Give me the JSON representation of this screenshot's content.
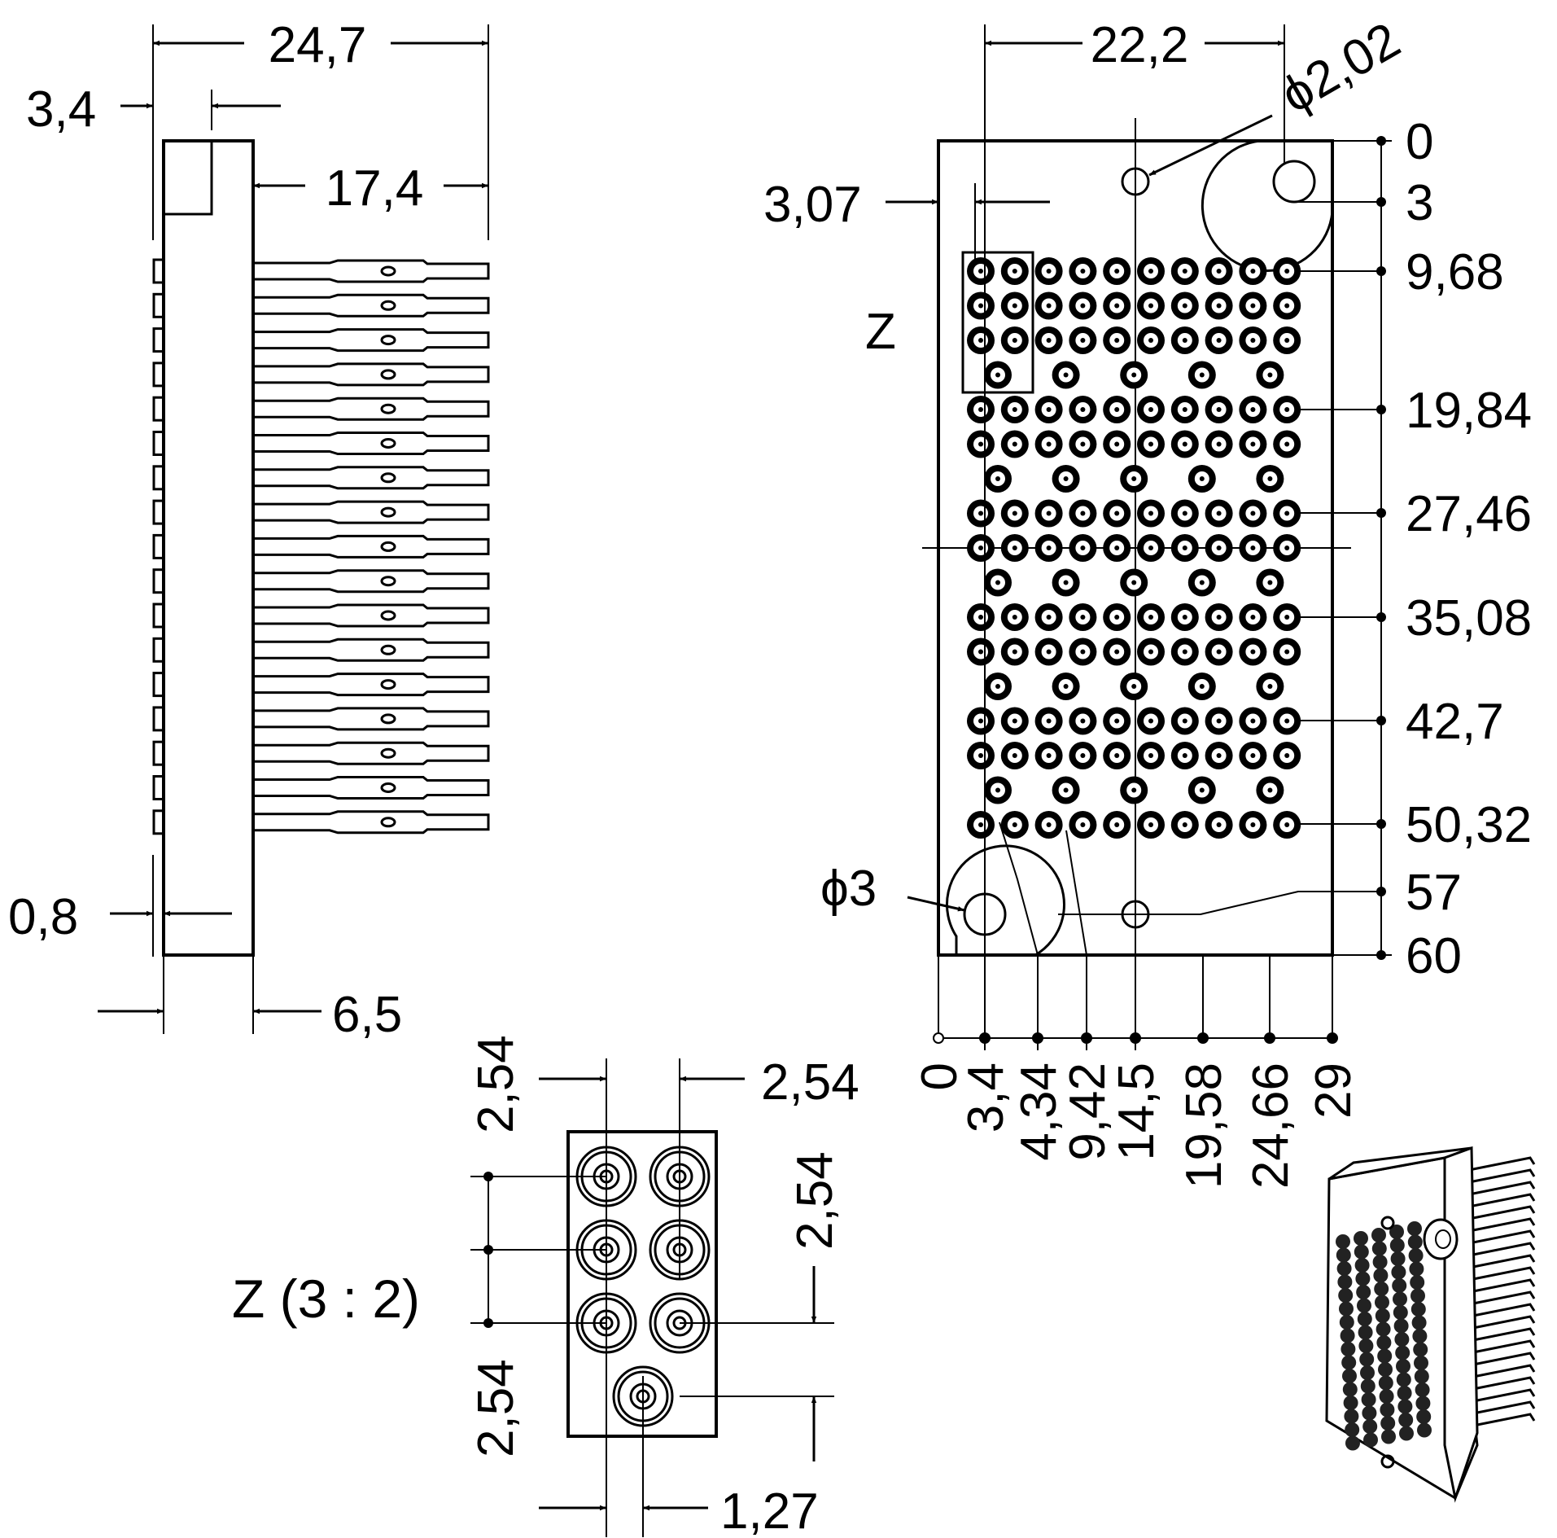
{
  "colors": {
    "ink": "#000000",
    "paper": "#ffffff"
  },
  "side_view": {
    "overall_width": "24,7",
    "flange": "3,4",
    "pin_length": "17,4",
    "edge": "0,8",
    "body": "6,5",
    "pin_count": 17
  },
  "front_view": {
    "width_top": "22,2",
    "hole_small": "ϕ2,02",
    "hole_large": "ϕ3",
    "edge_offset": "3,07",
    "detail_label": "Z",
    "right_labels": [
      "0",
      "3",
      "9,68",
      "19,84",
      "27,46",
      "35,08",
      "42,7",
      "50,32",
      "57",
      "60"
    ],
    "bottom_labels": [
      "0",
      "3,4",
      "4,34",
      "9,42",
      "14,5",
      "19,58",
      "24,66",
      "29"
    ],
    "pin_rows": [
      {
        "type": "full",
        "count": 10
      },
      {
        "type": "full",
        "count": 10
      },
      {
        "type": "full",
        "count": 10
      },
      {
        "type": "half",
        "count": 5
      },
      {
        "type": "full",
        "count": 10
      },
      {
        "type": "full",
        "count": 10
      },
      {
        "type": "half",
        "count": 5
      },
      {
        "type": "full",
        "count": 10
      },
      {
        "type": "full",
        "count": 10
      },
      {
        "type": "half",
        "count": 5
      },
      {
        "type": "full",
        "count": 10
      },
      {
        "type": "full",
        "count": 10
      },
      {
        "type": "half",
        "count": 5
      },
      {
        "type": "full",
        "count": 10
      },
      {
        "type": "full",
        "count": 10
      },
      {
        "type": "half",
        "count": 5
      },
      {
        "type": "full",
        "count": 10
      }
    ]
  },
  "detail_view": {
    "title": "Z (3 : 2)",
    "pitch_top_left": "2,54",
    "pitch_top_right": "2,54",
    "pitch_right": "2,54",
    "pitch_left_bottom": "2,54",
    "offset_bottom": "1,27"
  },
  "iso_view": {
    "icon": "connector-3d-icon"
  }
}
